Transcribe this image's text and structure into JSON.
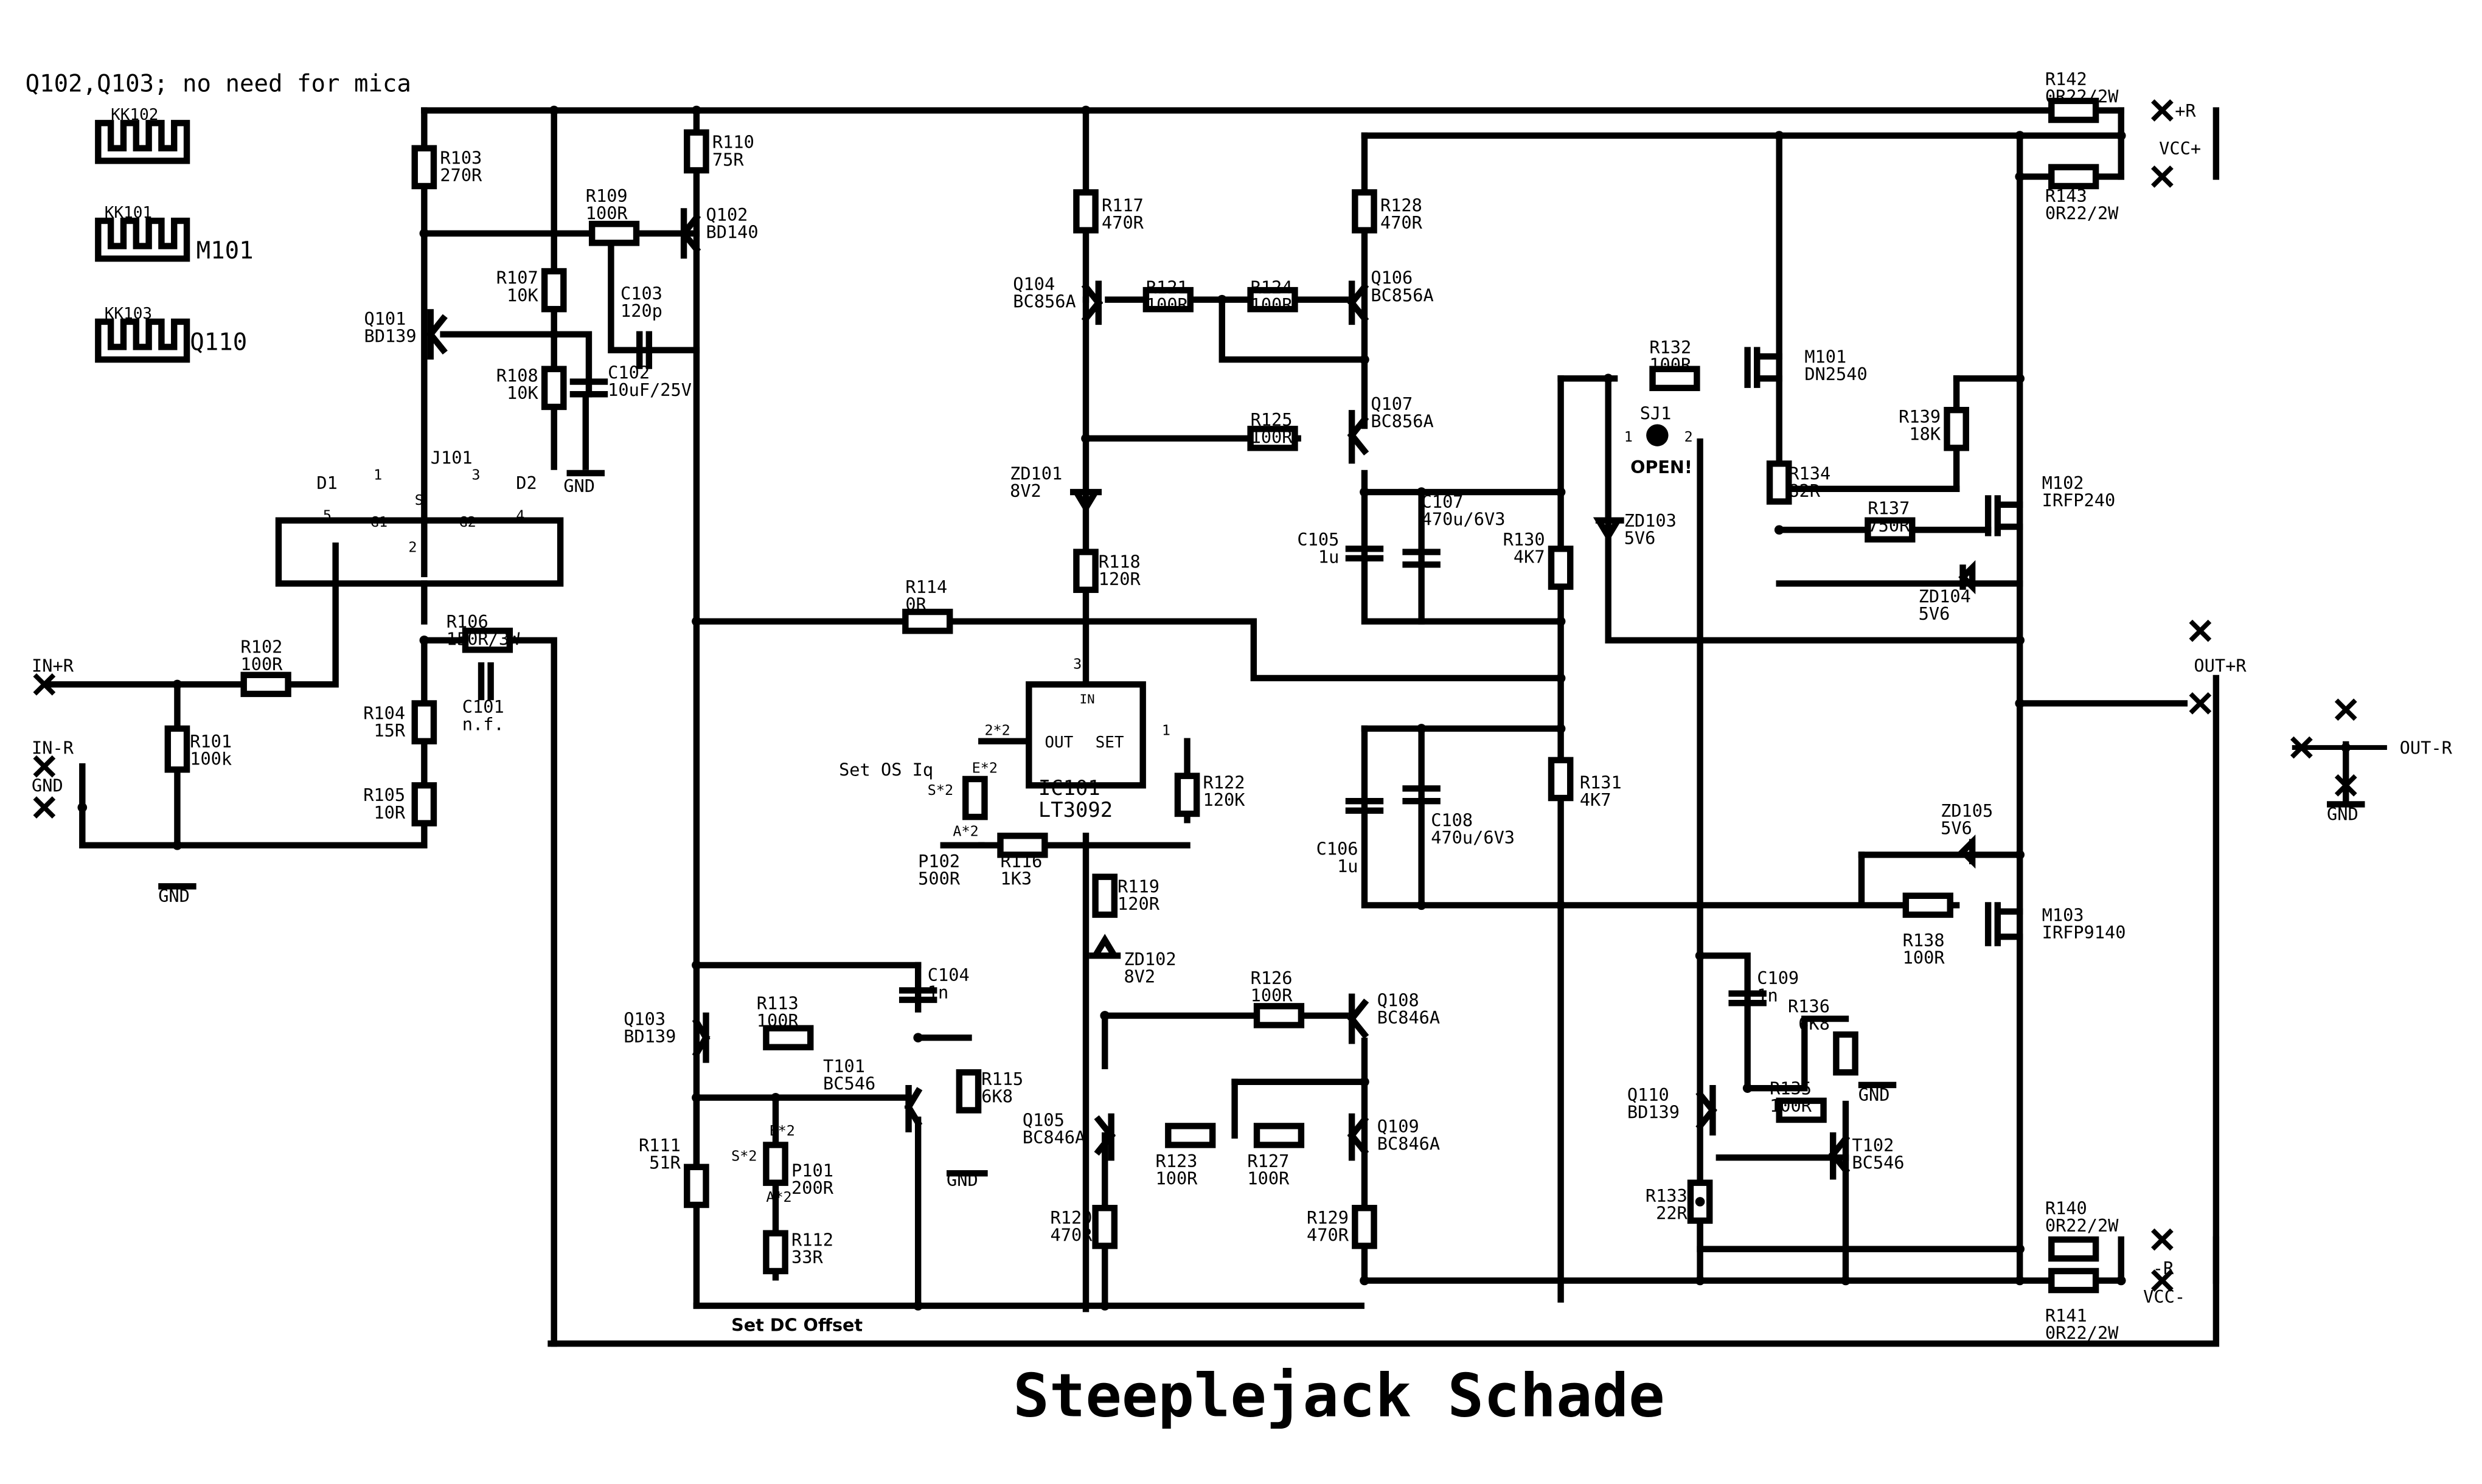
{
  "title": "Steeplejack Schade",
  "note": "Q102,Q103; no need for mica",
  "heatsinks": [
    {
      "ref": "KK102",
      "label": ""
    },
    {
      "ref": "KK101",
      "label": "M101"
    },
    {
      "ref": "KK103",
      "label": "Q110"
    }
  ],
  "terminals": {
    "in_r": "IN+R",
    "in_l": "IN-R",
    "gnd": "GND",
    "plus_r": "+R",
    "vcc_plus": "VCC+",
    "minus_r": "-R",
    "vcc_minus": "VCC-",
    "out_r": "OUT+R",
    "out_l": "OUT-R"
  },
  "jfet": {
    "ref": "J101",
    "d1": "D1",
    "d2": "D2",
    "g1": "G1",
    "g2": "G2",
    "s": "S",
    "pins": [
      "1",
      "3",
      "5",
      "4",
      "2"
    ]
  },
  "components": {
    "R101": {
      "ref": "R101",
      "val": "100k"
    },
    "R102": {
      "ref": "R102",
      "val": "100R"
    },
    "R103": {
      "ref": "R103",
      "val": "270R"
    },
    "R104": {
      "ref": "R104",
      "val": "15R"
    },
    "R105": {
      "ref": "R105",
      "val": "10R"
    },
    "R106": {
      "ref": "R106",
      "val": "150R/3W"
    },
    "R107": {
      "ref": "R107",
      "val": "10K"
    },
    "R108": {
      "ref": "R108",
      "val": "10K"
    },
    "R109": {
      "ref": "R109",
      "val": "100R"
    },
    "R110": {
      "ref": "R110",
      "val": "75R"
    },
    "R111": {
      "ref": "R111",
      "val": "51R"
    },
    "R112": {
      "ref": "R112",
      "val": "33R"
    },
    "R113": {
      "ref": "R113",
      "val": "100R"
    },
    "R114": {
      "ref": "R114",
      "val": "0R"
    },
    "R115": {
      "ref": "R115",
      "val": "6K8"
    },
    "R116": {
      "ref": "R116",
      "val": "1K3"
    },
    "R117": {
      "ref": "R117",
      "val": "470R"
    },
    "R118": {
      "ref": "R118",
      "val": "120R"
    },
    "R119": {
      "ref": "R119",
      "val": "120R"
    },
    "R120": {
      "ref": "R120",
      "val": "470R"
    },
    "R121": {
      "ref": "R121",
      "val": "100R"
    },
    "R122": {
      "ref": "R122",
      "val": "120K"
    },
    "R123": {
      "ref": "R123",
      "val": "100R"
    },
    "R124": {
      "ref": "R124",
      "val": "100R"
    },
    "R125": {
      "ref": "R125",
      "val": "100R"
    },
    "R126": {
      "ref": "R126",
      "val": "100R"
    },
    "R127": {
      "ref": "R127",
      "val": "100R"
    },
    "R128": {
      "ref": "R128",
      "val": "470R"
    },
    "R129": {
      "ref": "R129",
      "val": "470R"
    },
    "R130": {
      "ref": "R130",
      "val": "4K7"
    },
    "R131": {
      "ref": "R131",
      "val": "4K7"
    },
    "R132": {
      "ref": "R132",
      "val": "100R"
    },
    "R133": {
      "ref": "R133",
      "val": "22R"
    },
    "R134": {
      "ref": "R134",
      "val": "82R"
    },
    "R135": {
      "ref": "R135",
      "val": "100R"
    },
    "R136": {
      "ref": "R136",
      "val": "6K8"
    },
    "R137": {
      "ref": "R137",
      "val": "750R"
    },
    "R138": {
      "ref": "R138",
      "val": "100R"
    },
    "R139": {
      "ref": "R139",
      "val": "18K"
    },
    "R140": {
      "ref": "R140",
      "val": "0R22/2W"
    },
    "R141": {
      "ref": "R141",
      "val": "0R22/2W"
    },
    "R142": {
      "ref": "R142",
      "val": "0R22/2W"
    },
    "R143": {
      "ref": "R143",
      "val": "0R22/2W"
    },
    "C101": {
      "ref": "C101",
      "val": "n.f."
    },
    "C102": {
      "ref": "C102",
      "val": "10uF/25V"
    },
    "C103": {
      "ref": "C103",
      "val": "120p"
    },
    "C104": {
      "ref": "C104",
      "val": "1n"
    },
    "C105": {
      "ref": "C105",
      "val": "1u"
    },
    "C106": {
      "ref": "C106",
      "val": "1u"
    },
    "C107": {
      "ref": "C107",
      "val": "470u/6V3"
    },
    "C108": {
      "ref": "C108",
      "val": "470u/6V3"
    },
    "C109": {
      "ref": "C109",
      "val": "1n"
    },
    "P101": {
      "ref": "P101",
      "val": "200R"
    },
    "P102": {
      "ref": "P102",
      "val": "500R"
    },
    "Q101": {
      "ref": "Q101",
      "val": "BD139"
    },
    "Q102": {
      "ref": "Q102",
      "val": "BD140"
    },
    "Q103": {
      "ref": "Q103",
      "val": "BD139"
    },
    "Q104": {
      "ref": "Q104",
      "val": "BC856A"
    },
    "Q105": {
      "ref": "Q105",
      "val": "BC846A"
    },
    "Q106": {
      "ref": "Q106",
      "val": "BC856A"
    },
    "Q107": {
      "ref": "Q107",
      "val": "BC856A"
    },
    "Q108": {
      "ref": "Q108",
      "val": "BC846A"
    },
    "Q109": {
      "ref": "Q109",
      "val": "BC846A"
    },
    "Q110": {
      "ref": "Q110",
      "val": "BD139"
    },
    "T101": {
      "ref": "T101",
      "val": "BC546"
    },
    "T102": {
      "ref": "T102",
      "val": "BC546"
    },
    "M101": {
      "ref": "M101",
      "val": "DN2540"
    },
    "M102": {
      "ref": "M102",
      "val": "IRFP240"
    },
    "M103": {
      "ref": "M103",
      "val": "IRFP9140"
    },
    "ZD101": {
      "ref": "ZD101",
      "val": "8V2"
    },
    "ZD102": {
      "ref": "ZD102",
      "val": "8V2"
    },
    "ZD103": {
      "ref": "ZD103",
      "val": "5V6"
    },
    "ZD104": {
      "ref": "ZD104",
      "val": "5V6"
    },
    "ZD105": {
      "ref": "ZD105",
      "val": "5V6"
    },
    "IC101": {
      "ref": "IC101",
      "val": "LT3092"
    },
    "SJ1": {
      "ref": "SJ1",
      "val": "OPEN!"
    }
  },
  "ic_pins": {
    "in": "IN",
    "out": "OUT",
    "set": "SET",
    "p1": "1",
    "p2": "2*2",
    "p3": "3"
  },
  "pot_pins": {
    "s": "S*2",
    "e": "E*2",
    "a": "A*2"
  },
  "sj_pins": {
    "p1": "1",
    "p2": "2"
  },
  "annotations": {
    "set_os": "Set OS Iq",
    "set_dc": "Set DC Offset"
  }
}
